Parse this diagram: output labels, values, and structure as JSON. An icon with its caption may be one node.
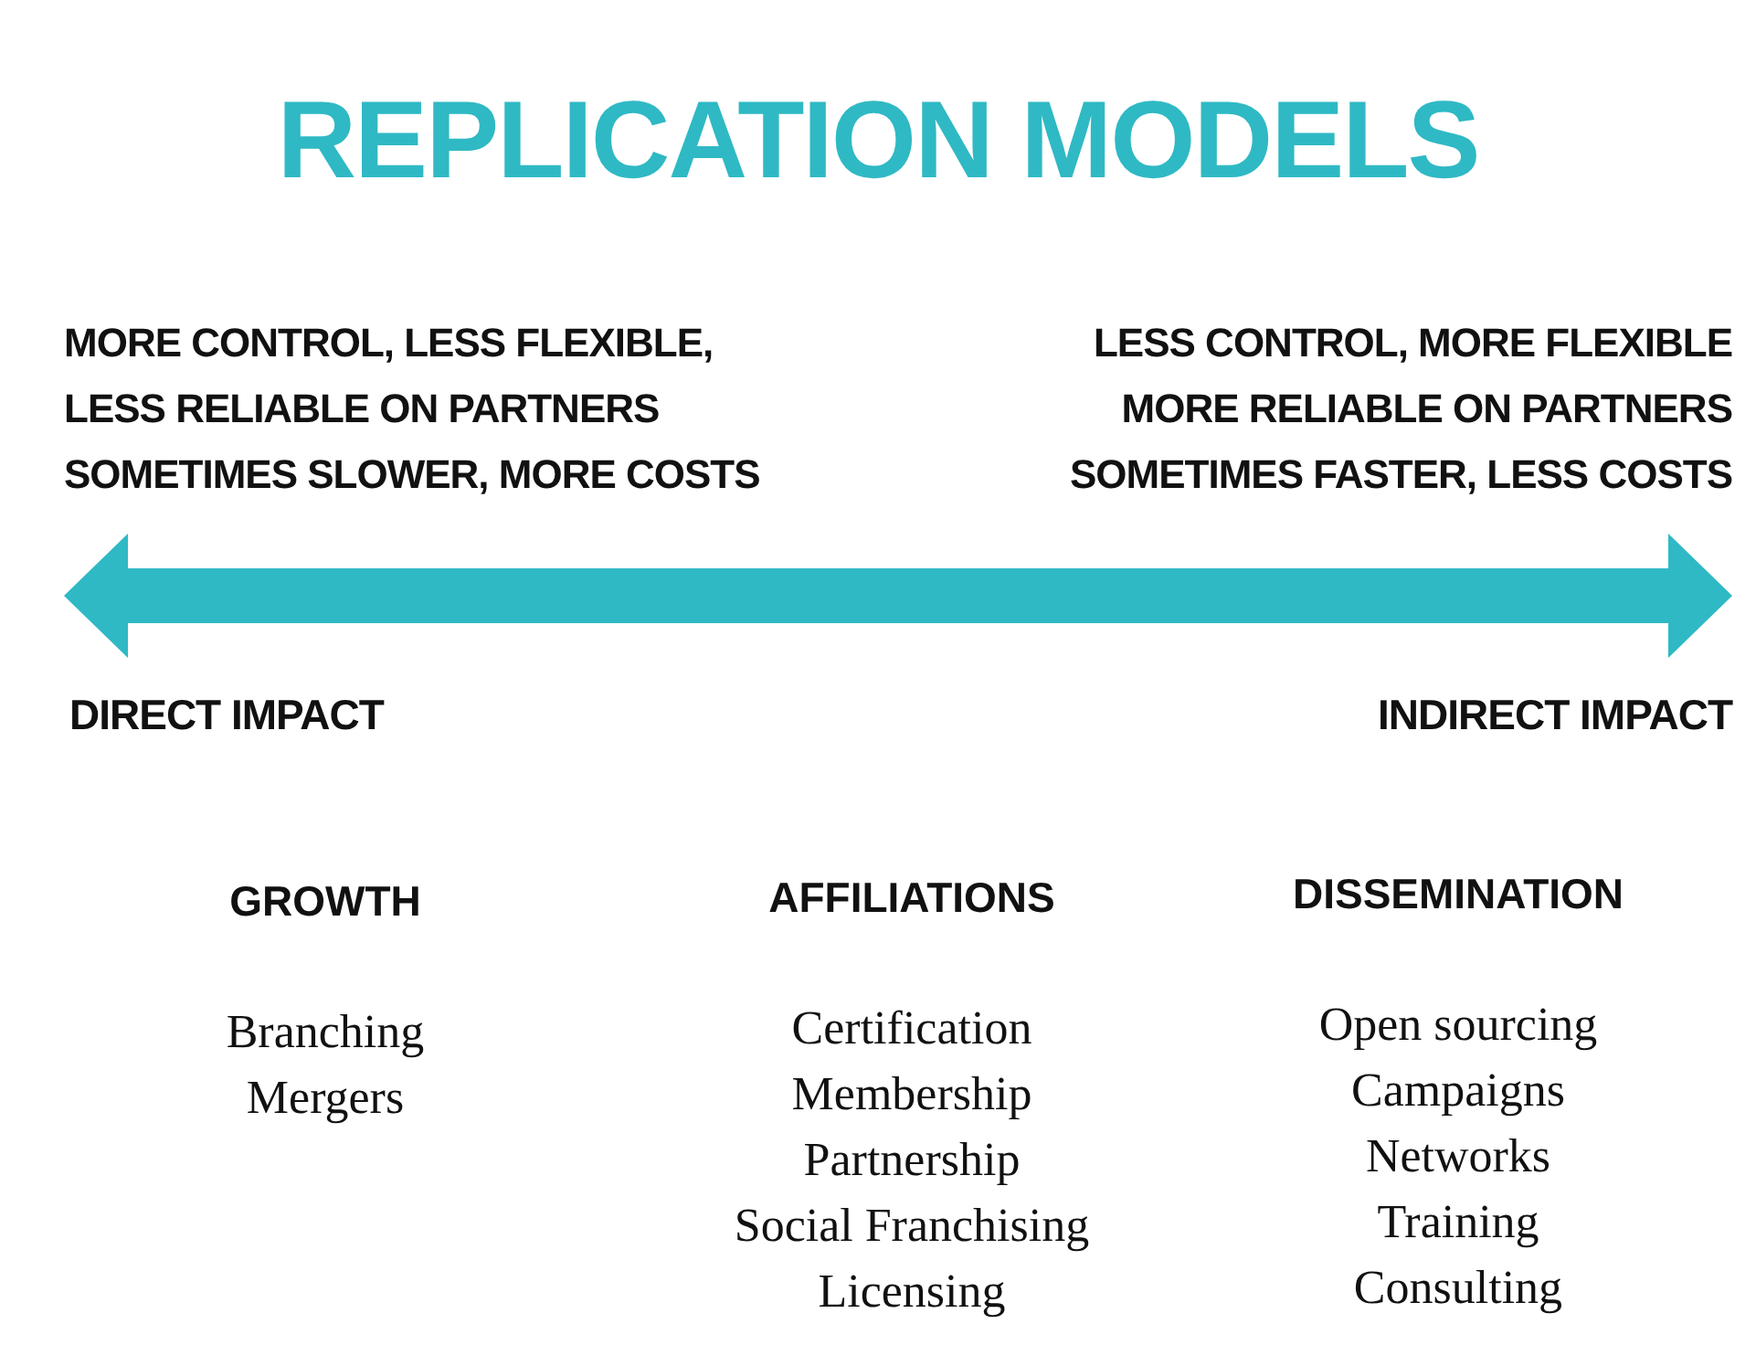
{
  "diagram": {
    "title": "REPLICATION MODELS",
    "labels": [
      "MORE CONTROL, LESS FLEXIBLE, LESS RELIABLE ON PARTNERS SOMETIMES SLOWER, MORE COSTS",
      "LESS CONTROL, MORE FLEXIBLE MORE RELIABLE ON PARTNERS SOMETIMES FASTER, LESS COSTS",
      "DIRECT IMPACT",
      "INDIRECT IMPACT",
      "GROWTH",
      "AFFILIATIONS",
      "DISSEMINATION",
      "Branching",
      "Mergers",
      "Certification",
      "Membership",
      "Partnership",
      "Social Franchising",
      "Licensing",
      "Open sourcing",
      "Campaigns",
      "Networks",
      "Training",
      "Consulting"
    ]
  }
}
